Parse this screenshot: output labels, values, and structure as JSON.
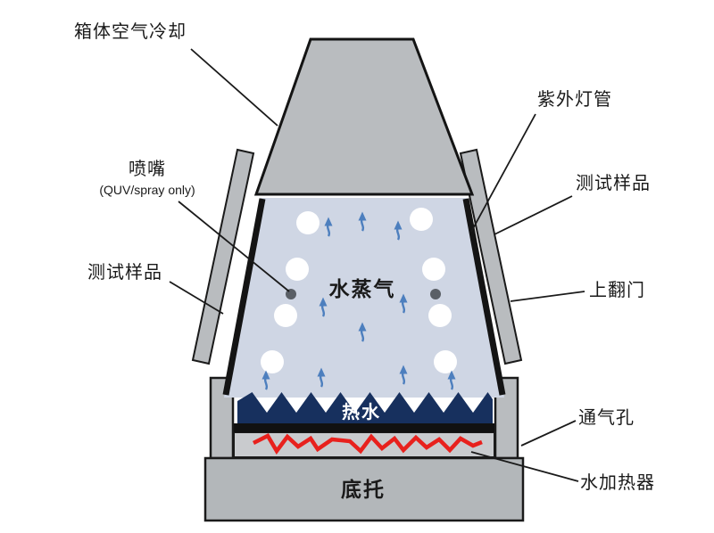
{
  "labels": {
    "cabinet_air_cooling": "箱体空气冷却",
    "nozzle": "喷嘴",
    "nozzle_note": "(QUV/spray only)",
    "test_sample_left": "测试样品",
    "uv_lamp": "紫外灯管",
    "test_sample_right": "测试样品",
    "flip_up_door": "上翻门",
    "vent_hole": "通气孔",
    "water_heater": "水加热器",
    "water_vapor": "水蒸气",
    "hot_water": "热水",
    "base_support": "底托"
  },
  "colors": {
    "chamber_lid_gray": "#b9bcbf",
    "chamber_interior_blue": "#cfd6e4",
    "hot_water_navy": "#17305e",
    "heater_red": "#e8211d",
    "vapor_arrow_blue": "#4d7fbe",
    "outline_black": "#1a1a1a"
  }
}
